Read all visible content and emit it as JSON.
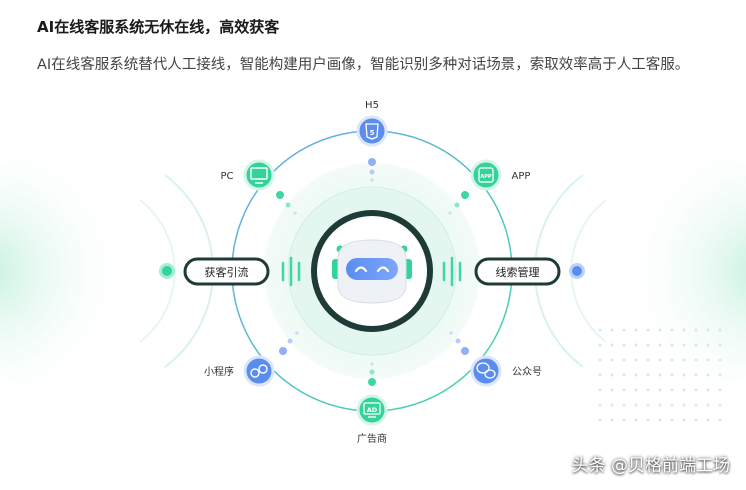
{
  "heading": "AI在线客服系统无休在线，高效获客",
  "description": "AI在线客服系统替代人工接线，智能构建用户画像，智能识别多种对话场景，索取效率高于人工客服。",
  "diagram": {
    "nodes": {
      "h5": {
        "label": "H5",
        "icon": "html5-icon"
      },
      "pc": {
        "label": "PC",
        "icon": "monitor-icon"
      },
      "app": {
        "label": "APP",
        "icon": "app-icon"
      },
      "miniprogram": {
        "label": "小程序",
        "icon": "link-icon"
      },
      "wechat": {
        "label": "公众号",
        "icon": "wechat-icon"
      },
      "ads": {
        "label": "广告商",
        "icon": "ad-icon"
      }
    },
    "left_pill": "获客引流",
    "right_pill": "线索管理",
    "ad_icon_text": "AD",
    "app_icon_text": "APP"
  },
  "watermark": "头条 @贝格前端工场",
  "colors": {
    "primary_green": "#34d399",
    "primary_blue": "#5b8def",
    "dark_ring": "#1f3b37",
    "ring_light": "#e8f7f1"
  }
}
